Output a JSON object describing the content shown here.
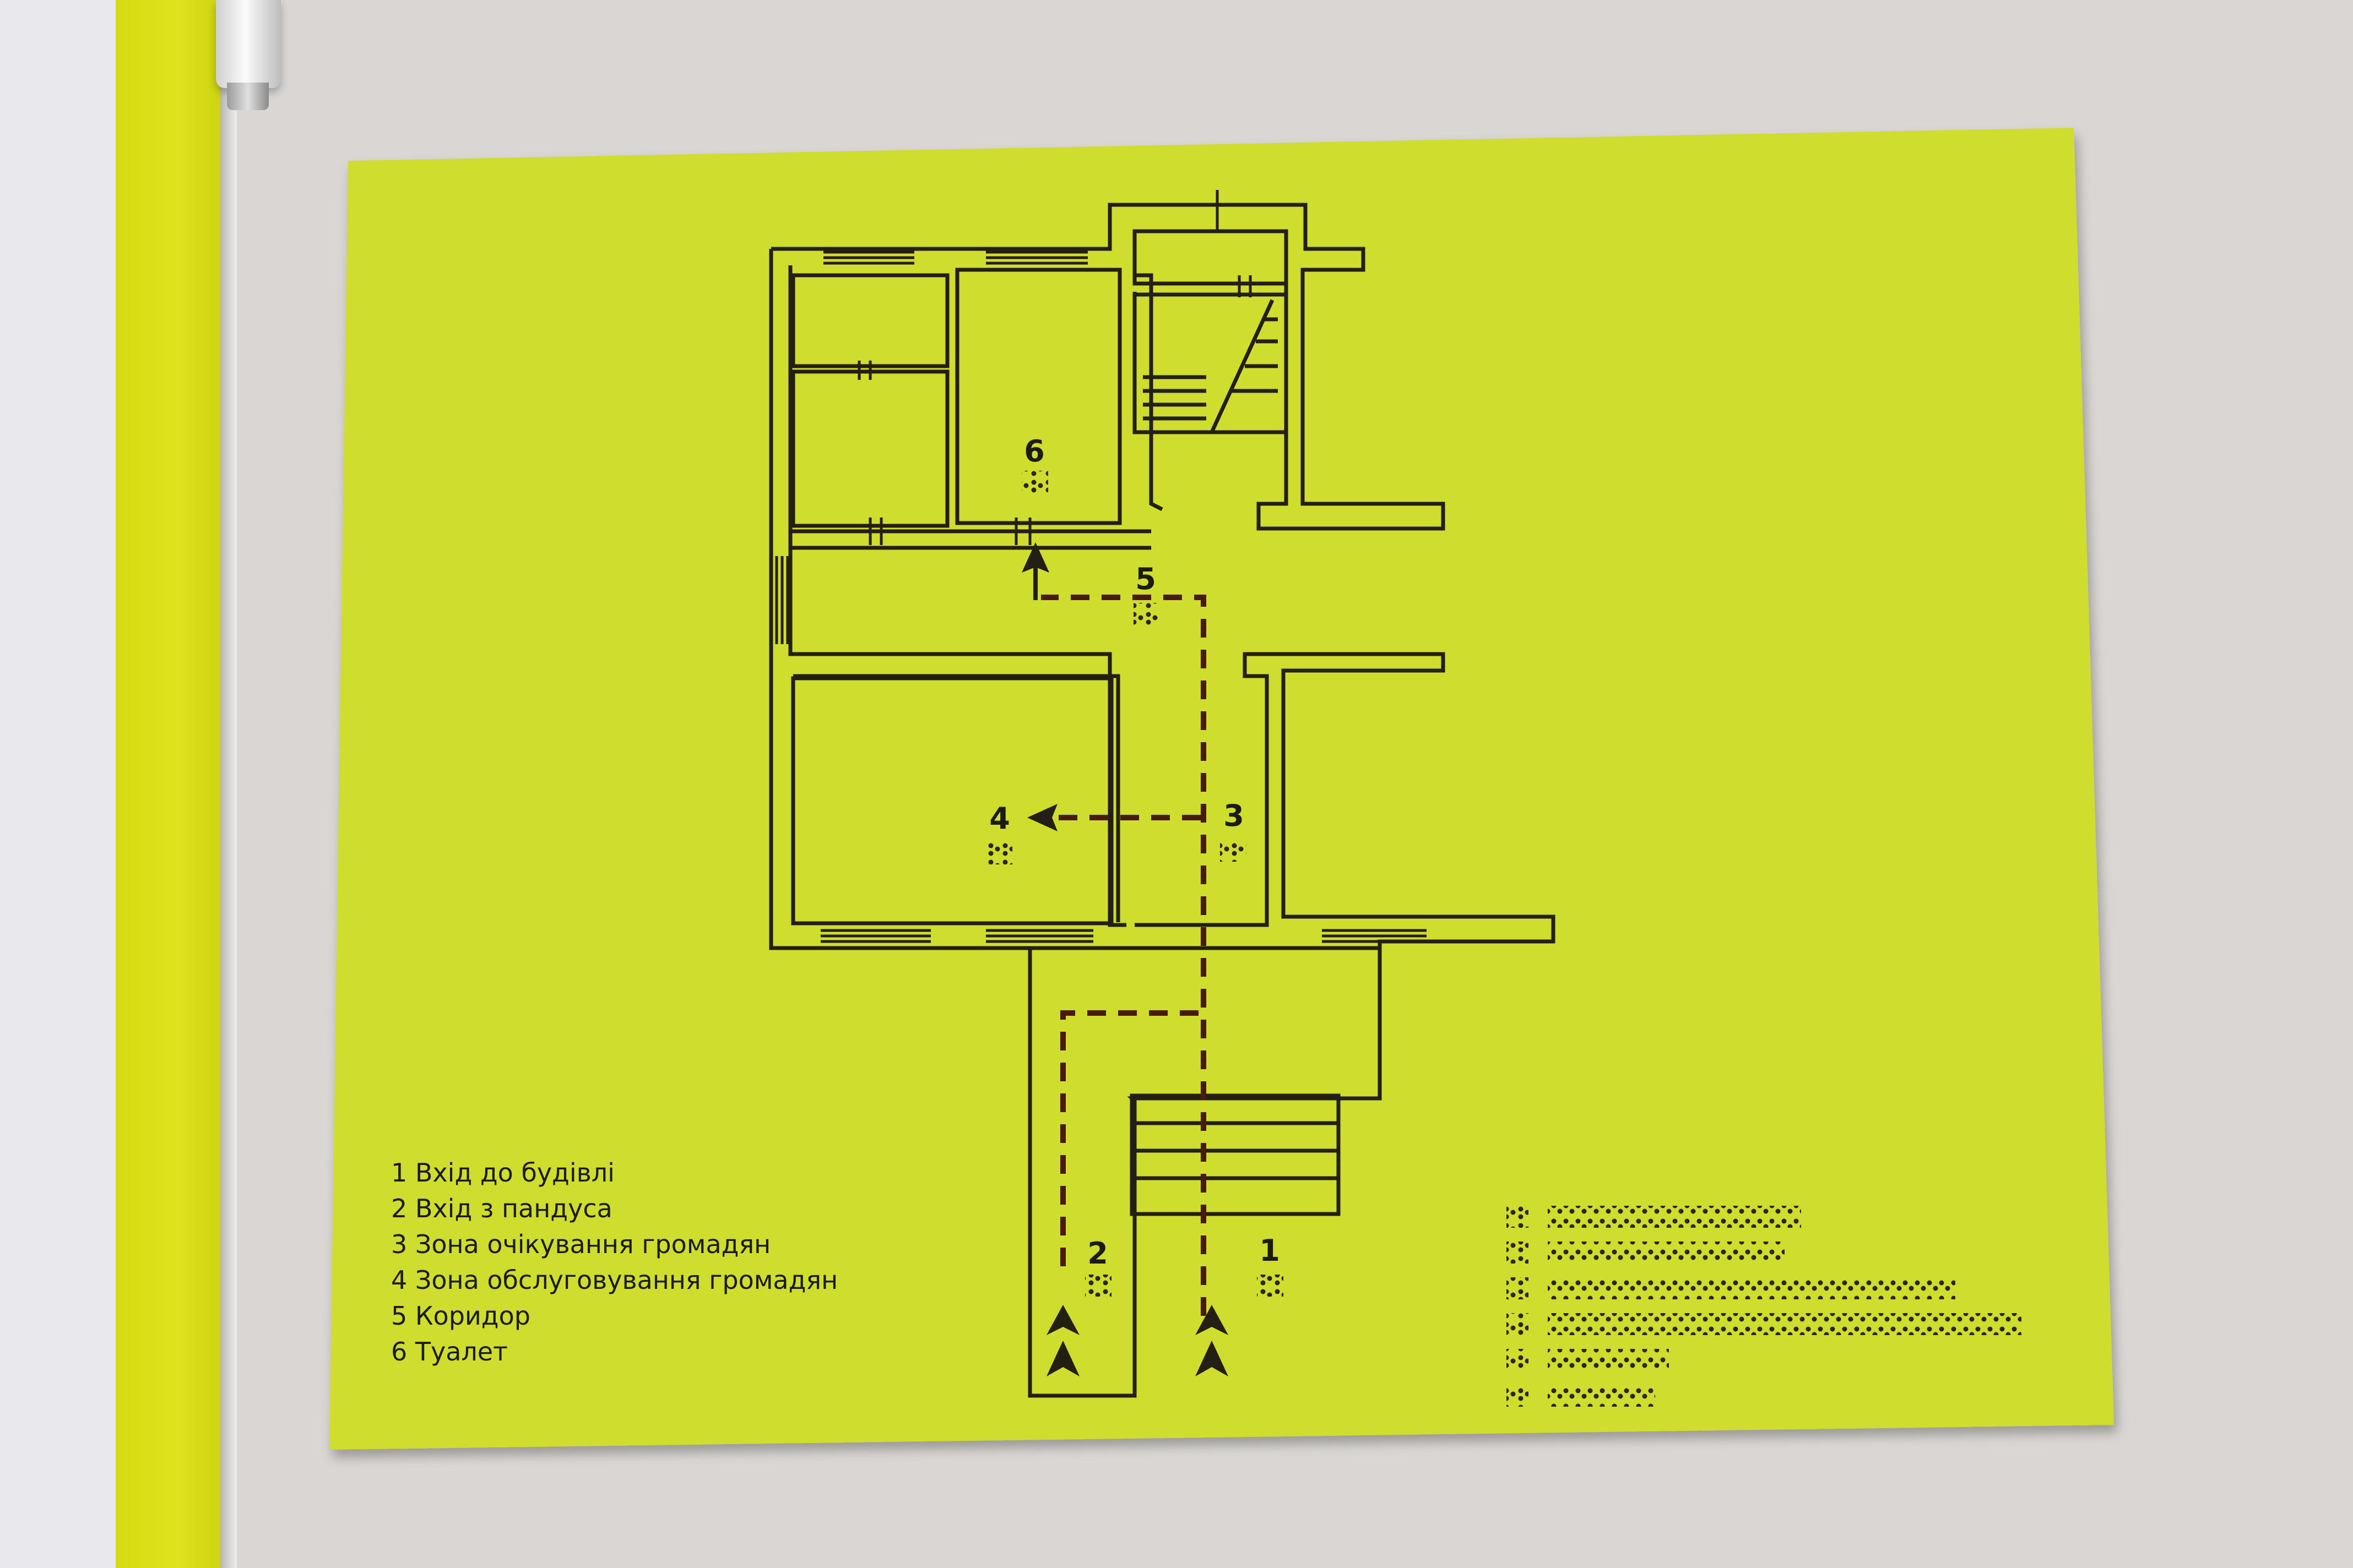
{
  "colors": {
    "sign_yellow": "#cfdd2e",
    "line": "#231f14",
    "route": "#4a1a12",
    "wall": "#d9d6d3"
  },
  "labels": {
    "room_1": "1",
    "room_2": "2",
    "room_3": "3",
    "room_4": "4",
    "room_5": "5",
    "room_6": "6"
  },
  "legend": [
    "1 Вхід до будівлі",
    "2 Вхід з пандуса",
    "3 Зона очікування громадян",
    "4 Зона обслуговування громадян",
    "5 Коридор",
    "6 Туалет"
  ]
}
